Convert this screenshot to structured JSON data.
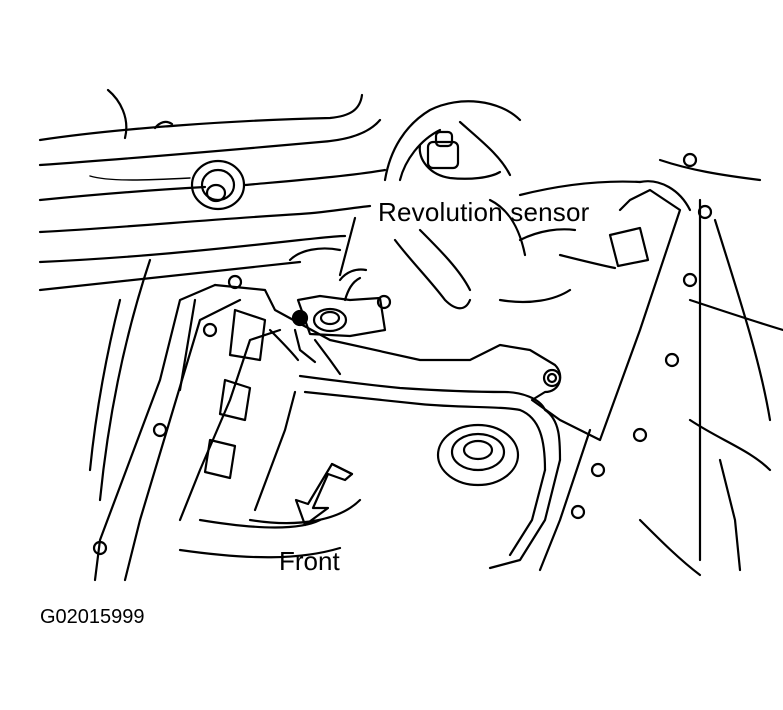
{
  "labels": {
    "revolution_sensor": "Revolution sensor",
    "front": "Front",
    "figure_code": "G02015999"
  },
  "colors": {
    "line": "#000000",
    "background": "#ffffff"
  }
}
